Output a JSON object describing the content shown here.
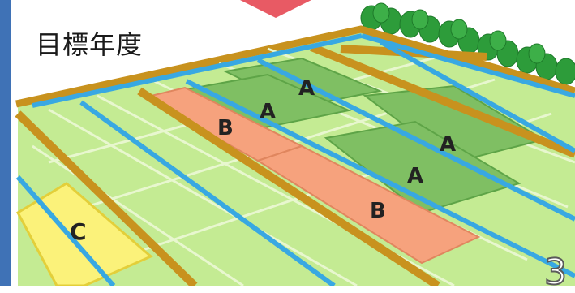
{
  "heading": "目標年度",
  "page_number": "3",
  "plot_labels": {
    "a1": "A",
    "a2": "A",
    "a3": "A",
    "a4": "A",
    "b1": "B",
    "b2": "B",
    "c1": "C"
  },
  "colors": {
    "field_light": "#c4eb93",
    "field_a": "#7fbf63",
    "field_b": "#f6a27d",
    "field_c": "#fbf27a",
    "road": "#c8921e",
    "channel": "#38a8e2",
    "arrow": "#e85a64",
    "left_bar": "#3f72b6",
    "tree": "#2d9c3a"
  }
}
